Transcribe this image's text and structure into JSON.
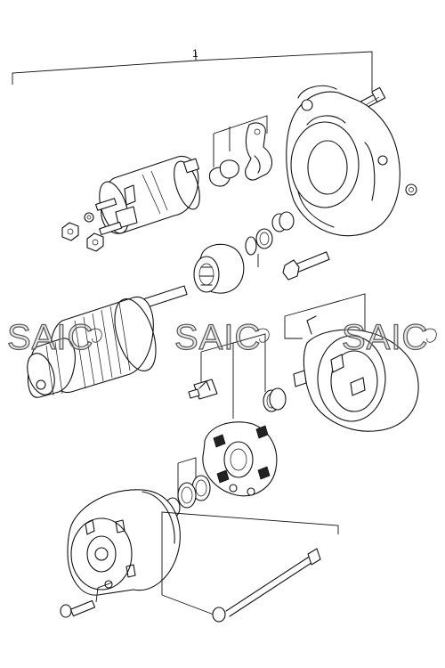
{
  "diagram": {
    "callout_number": "1",
    "watermarks": [
      {
        "text": "SAIC"
      },
      {
        "text": "SAIC"
      },
      {
        "text": "SAIC"
      }
    ]
  }
}
